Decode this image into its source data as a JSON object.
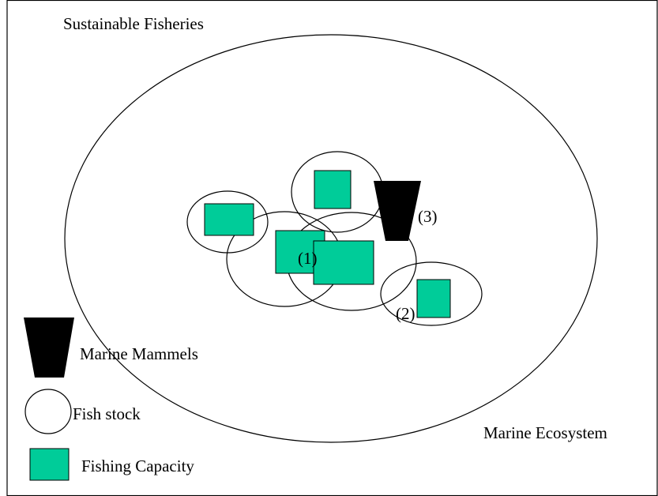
{
  "diagram": {
    "title": "Sustainable Fisheries",
    "ecosystem_label": "Marine Ecosystem",
    "markers": [
      "(1)",
      "(2)",
      "(3)"
    ],
    "legend": {
      "mammals_label": "Marine Mammels",
      "fish_stock_label": "Fish stock",
      "fishing_capacity_label": "Fishing Capacity"
    },
    "colors": {
      "fishing_capacity": "#00CC99",
      "marine_mammal": "#000000",
      "outline": "#000000",
      "background": "#FFFFFF"
    },
    "icons": {
      "marine_mammal": "trapezoid-icon",
      "fish_stock": "circle-icon",
      "fishing_capacity": "square-icon"
    }
  }
}
